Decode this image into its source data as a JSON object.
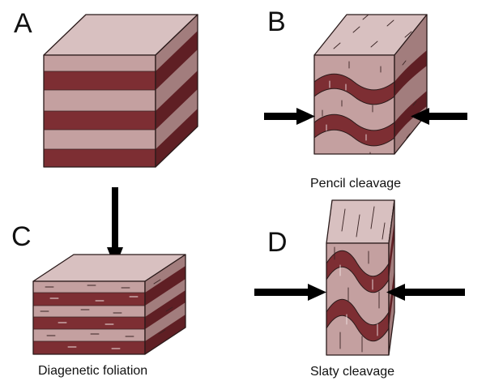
{
  "panels": {
    "a": {
      "letter": "A"
    },
    "b": {
      "letter": "B",
      "caption": "Pencil cleavage"
    },
    "c": {
      "letter": "C",
      "caption": "Diagenetic foliation"
    },
    "d": {
      "letter": "D",
      "caption": "Slaty cleavage"
    }
  },
  "colors": {
    "light_layer": "#c4a0a0",
    "dark_layer": "#7d2e33",
    "top_face": "#d8c0c0",
    "light_side": "#a27d7d",
    "dark_side": "#5f1f24",
    "outline": "#2a1a1a",
    "arrow": "#000000"
  },
  "icons": [
    "compression-arrow-down",
    "compression-arrow-left",
    "compression-arrow-right"
  ]
}
